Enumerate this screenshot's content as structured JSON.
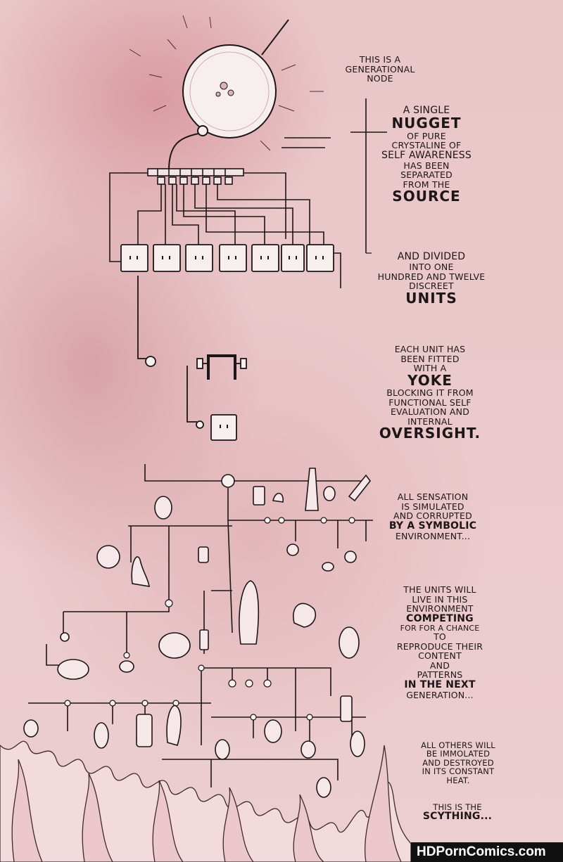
{
  "captions": {
    "node": [
      "This is a",
      "Generational",
      "Node"
    ],
    "nugget": [
      "A Single",
      "Nugget",
      "of pure",
      "crystaline of",
      "self awareness",
      "has been",
      "separated",
      "from the",
      "Source"
    ],
    "divided": [
      "And divided",
      "into one",
      "hundred and twelve",
      "discreet",
      "Units"
    ],
    "yoke": [
      "Each unit has",
      "been fitted",
      "with a",
      "Yoke",
      "blocking it from",
      "functional self",
      "evaluation and",
      "internal",
      "oversight."
    ],
    "sensation": [
      "All sensation",
      "is simulated",
      "and corrupted",
      "by a symbolic",
      "environment..."
    ],
    "competing": [
      "The units will",
      "live in this",
      "environment",
      "Competing",
      "for for a chance",
      "to",
      "reproduce their",
      "content",
      "and",
      "patterns",
      "in the Next",
      "generation..."
    ],
    "immolated": [
      "All others will",
      "be immolated",
      "and destroyed",
      "in its constant",
      "heat."
    ],
    "scything": [
      "This is the",
      "Scything..."
    ]
  },
  "watermark": "HDPornComics.com",
  "colors": {
    "ink": "#1d1517",
    "orb_fill": "#f7eeee",
    "flame_fill": "#f3dadd",
    "background": "#e8c2c4"
  },
  "icons": [
    "generational-node-orb",
    "unit-square",
    "yoke",
    "flame",
    "creature"
  ]
}
